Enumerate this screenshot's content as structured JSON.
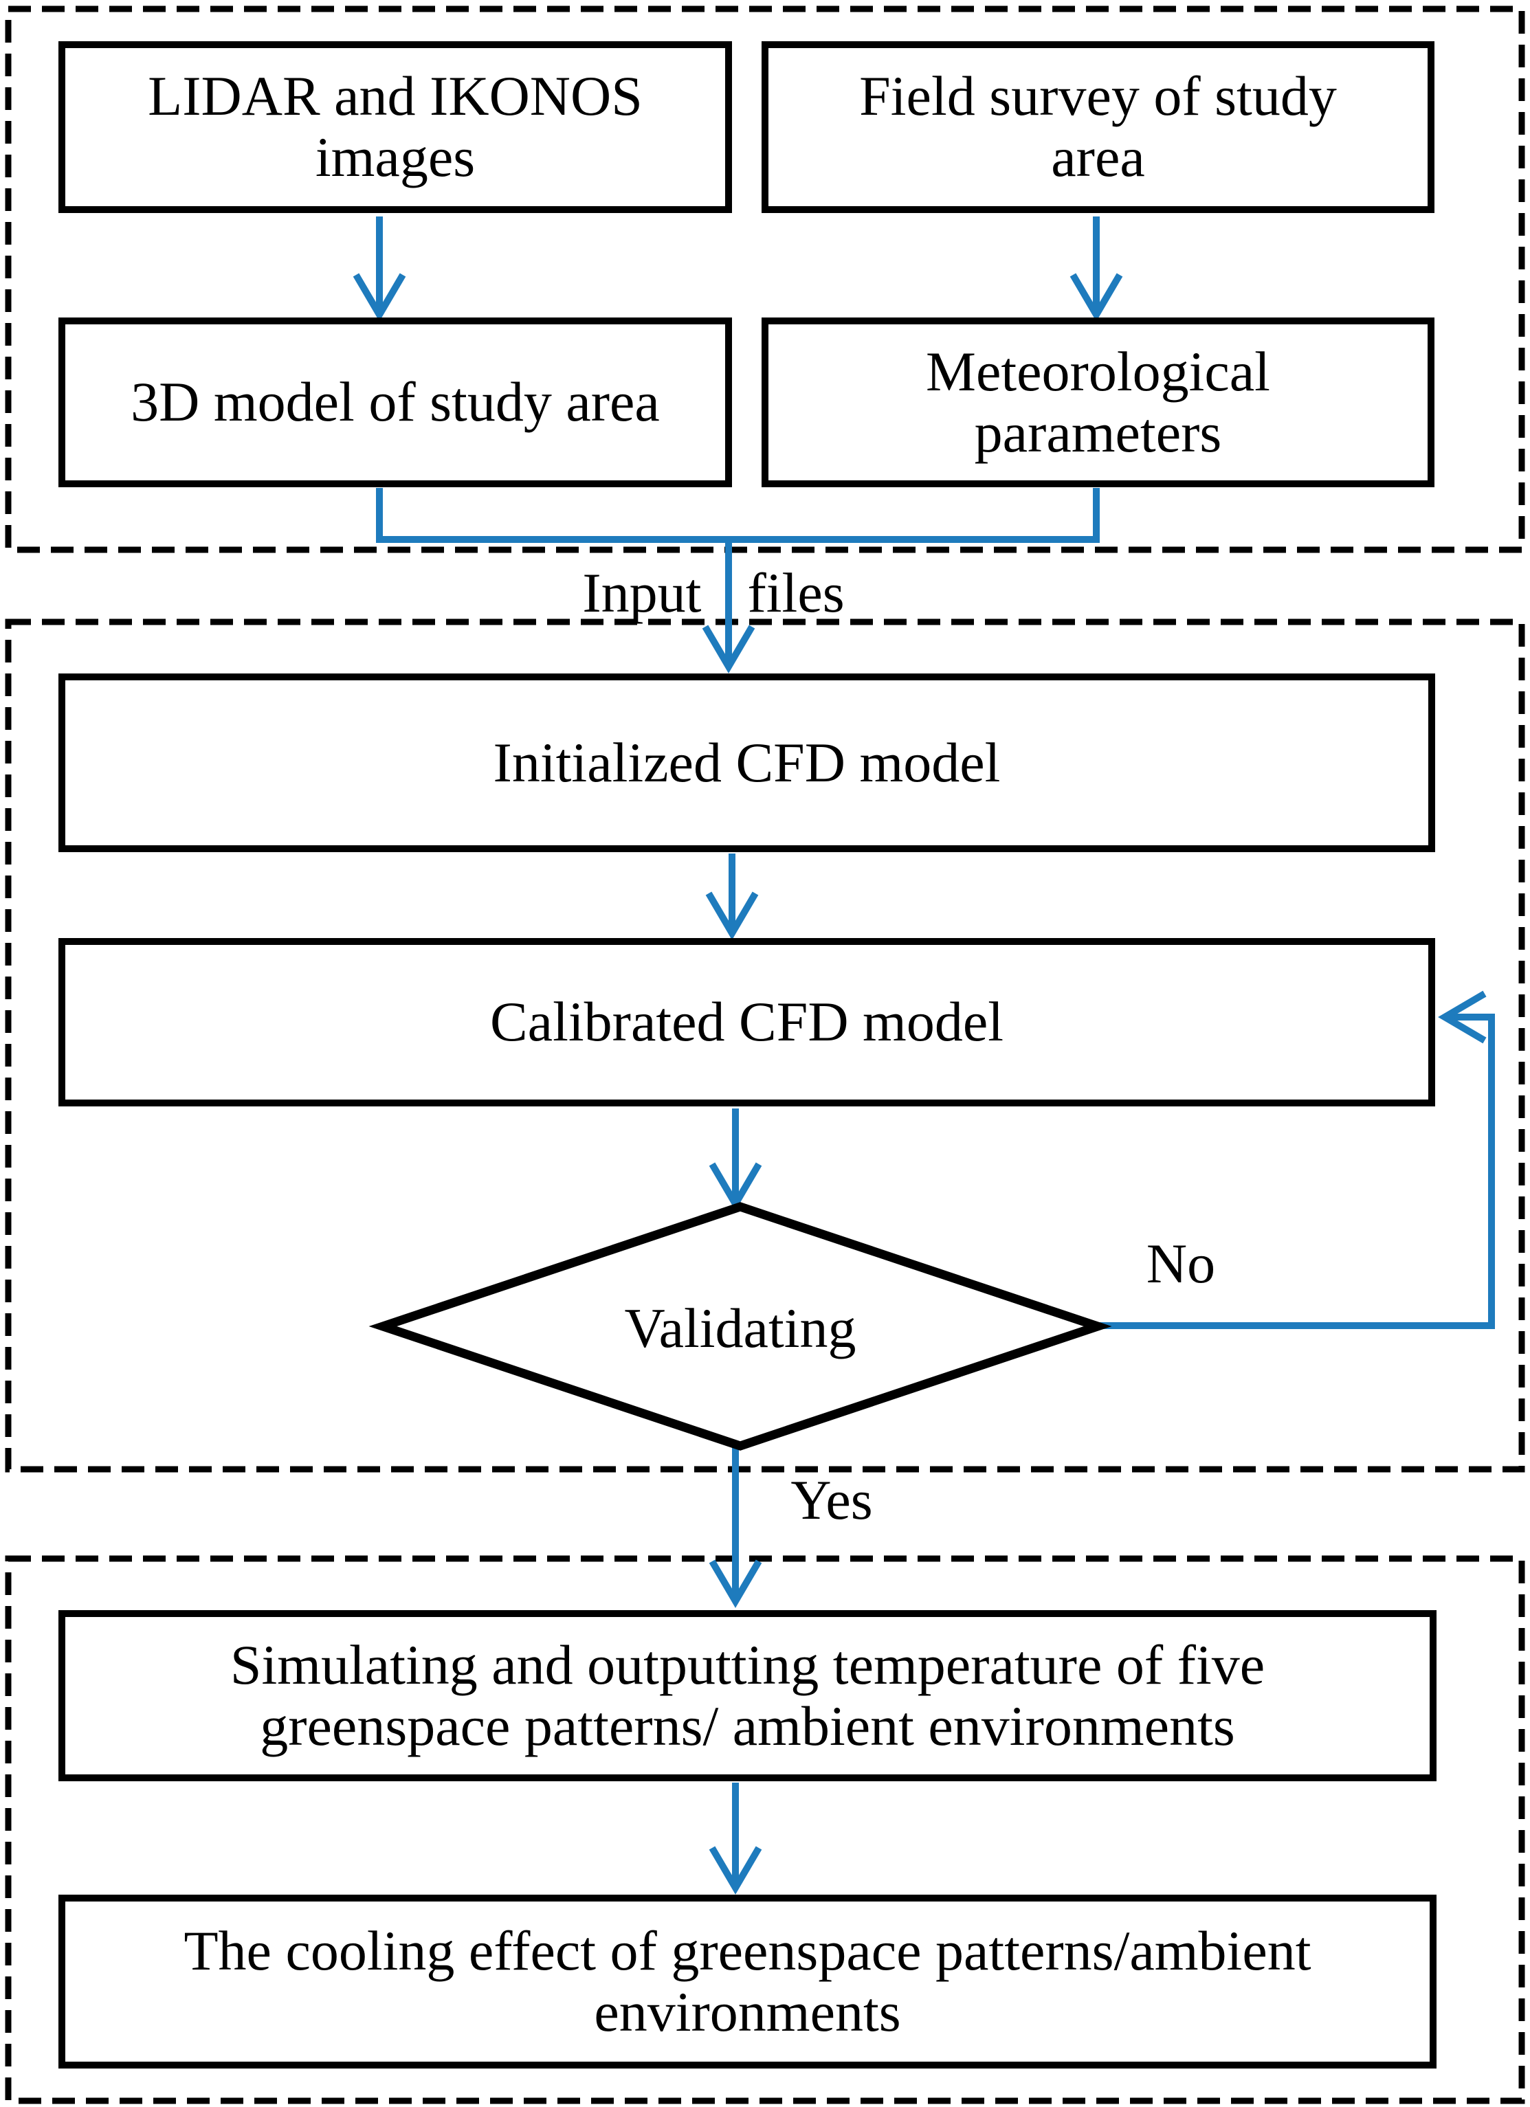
{
  "figure": {
    "type": "flowchart",
    "colors": {
      "arrow_blue": "#1e7bbd",
      "line_black": "#000000",
      "box_background": "#ffffff"
    },
    "stages": {
      "stage1_name": "input-data-stage",
      "stage2_name": "cfd-model-stage",
      "stage3_name": "output-stage"
    },
    "nodes": {
      "lidar_ikonos": {
        "lines": [
          "LIDAR and IKONOS",
          "images"
        ]
      },
      "field_survey": {
        "lines": [
          "Field survey of study",
          "area"
        ]
      },
      "model_3d": {
        "lines": [
          "3D model of study area"
        ]
      },
      "meteorological": {
        "lines": [
          "Meteorological",
          "parameters"
        ]
      },
      "initialized_cfd": {
        "lines": [
          "Initialized CFD model"
        ]
      },
      "calibrated_cfd": {
        "lines": [
          "Calibrated CFD model"
        ]
      },
      "validating": {
        "label": "Validating"
      },
      "simulating": {
        "lines": [
          "Simulating and outputting temperature of five",
          "greenspace patterns/ ambient environments"
        ]
      },
      "cooling_effect": {
        "lines": [
          "The cooling effect of greenspace patterns/ambient",
          "environments"
        ]
      }
    },
    "edge_labels": {
      "input_files_word1": "Input",
      "input_files_word2": "files",
      "no": "No",
      "yes": "Yes"
    }
  }
}
